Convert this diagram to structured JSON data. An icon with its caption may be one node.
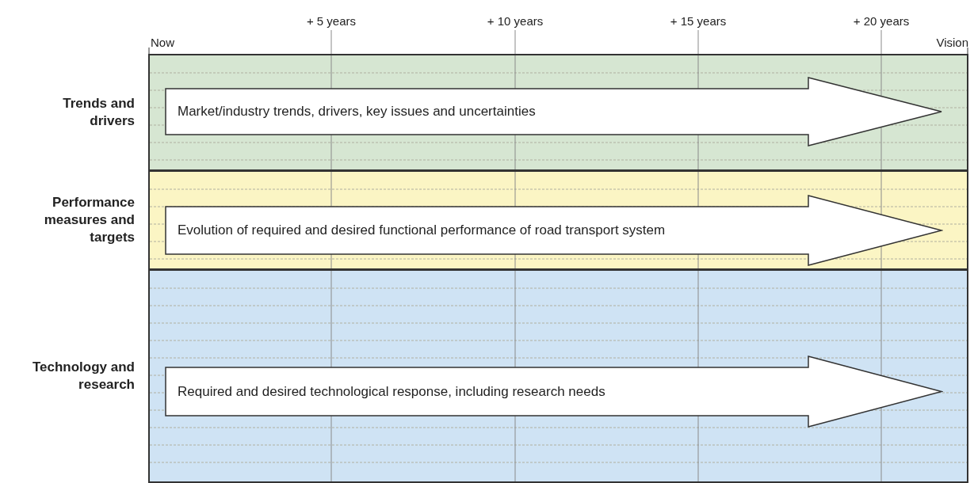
{
  "diagram": {
    "nodes": [
      {
        "text": [
          "Trends and drivers"
        ]
      },
      {
        "text": [
          "Market/industry trends, drivers, key issues and uncertainties"
        ],
        "in": 0
      },
      {
        "text": [
          "Performance measures and targets"
        ]
      },
      {
        "text": [
          "Evolution of required and desired functional performance of road transport system"
        ],
        "in": 2
      },
      {
        "text": [
          "Technology and research"
        ]
      },
      {
        "text": [
          "Required and desired technological response, including research needs"
        ],
        "in": 4
      }
    ],
    "labels": [
      "+ 5 years",
      "+ 10 years",
      "+ 15 years",
      "+ 20 years",
      "Now",
      "Vision"
    ]
  }
}
